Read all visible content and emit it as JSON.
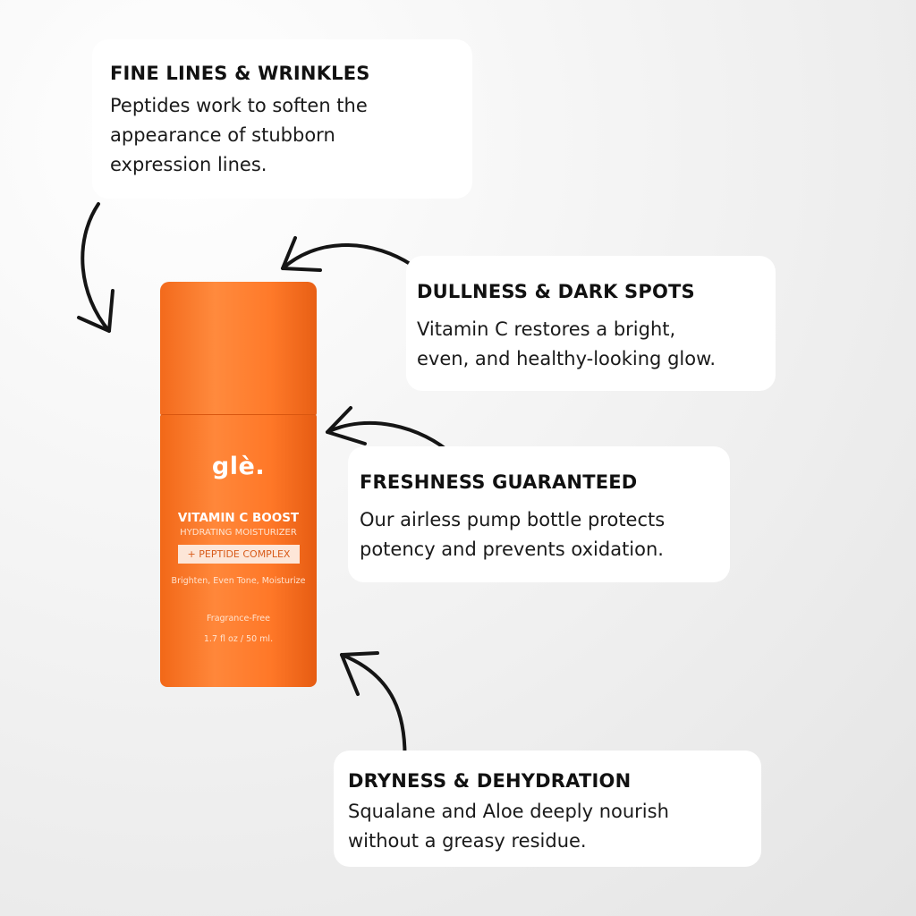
{
  "cards": {
    "fine_lines": {
      "title": "FINE LINES & WRINKLES",
      "lines": [
        "Peptides work to soften the",
        "appearance of stubborn",
        "expression lines."
      ]
    },
    "dullness": {
      "title": "DULLNESS & DARK SPOTS",
      "lines": [
        "Vitamin C restores a bright,",
        "even, and healthy-looking glow."
      ]
    },
    "freshness": {
      "title": "FRESHNESS GUARANTEED",
      "lines": [
        "Our airless pump bottle protects",
        "potency and prevents oxidation."
      ]
    },
    "dryness": {
      "title": "DRYNESS & DEHYDRATION",
      "lines": [
        "Squalane and Aloe deeply nourish",
        "without a greasy residue."
      ]
    }
  },
  "product": {
    "brand": "glè.",
    "name": "VITAMIN C BOOST",
    "subtitle": "HYDRATING MOISTURIZER",
    "complex": "+ PEPTIDE COMPLEX",
    "benefits": "Brighten, Even Tone, Moisturize",
    "fragrance": "Fragrance-Free",
    "volume": "1.7 fl oz / 50 ml.",
    "color": "#ff7a2a"
  }
}
